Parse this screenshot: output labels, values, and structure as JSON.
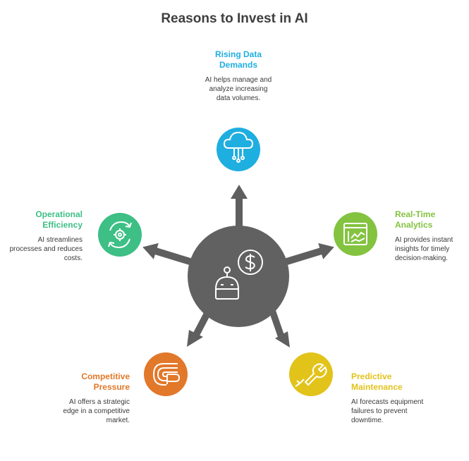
{
  "title": "Reasons to Invest in AI",
  "colors": {
    "hub": "#616161",
    "arrow": "#5f5f5f",
    "rising": "#1faee0",
    "realtime": "#84c340",
    "predictive": "#e2c31a",
    "competitive": "#e2782a",
    "operational": "#3dbf85"
  },
  "nodes": {
    "rising": {
      "title_line1": "Rising Data",
      "title_line2": "Demands",
      "desc_line1": "AI helps manage and",
      "desc_line2": "analyze increasing",
      "desc_line3": "data volumes.",
      "icon": "cloud-network-icon"
    },
    "realtime": {
      "title_line1": "Real-Time",
      "title_line2": "Analytics",
      "desc_line1": "AI provides instant",
      "desc_line2": "insights for timely",
      "desc_line3": "decision-making.",
      "icon": "analytics-dashboard-icon"
    },
    "predictive": {
      "title_line1": "Predictive",
      "title_line2": "Maintenance",
      "desc_line1": "AI forecasts equipment",
      "desc_line2": "failures to prevent",
      "desc_line3": "downtime.",
      "icon": "wrench-plug-icon"
    },
    "competitive": {
      "title_line1": "Competitive",
      "title_line2": "Pressure",
      "desc_line1": "AI offers a strategic",
      "desc_line2": "edge in a competitive",
      "desc_line3": "market.",
      "icon": "race-track-icon"
    },
    "operational": {
      "title_line1": "Operational",
      "title_line2": "Efficiency",
      "desc_line1": "AI streamlines",
      "desc_line2": "processes and reduces",
      "desc_line3": "costs.",
      "icon": "gear-cycle-icon"
    }
  },
  "hub": {
    "icons": [
      "dollar-icon",
      "robot-icon"
    ]
  }
}
